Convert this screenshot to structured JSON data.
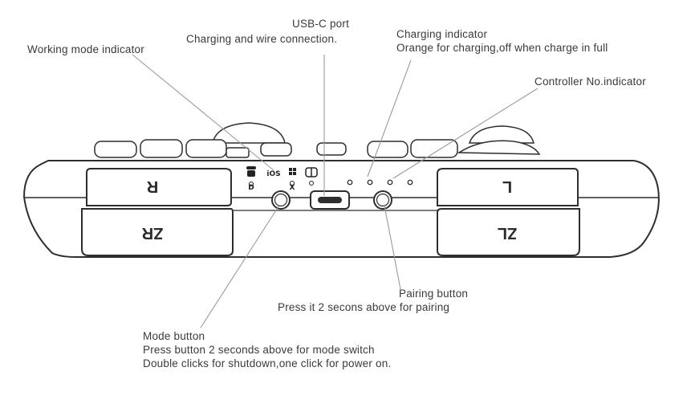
{
  "labels": {
    "usb_title": "USB-C port",
    "usb_desc": "Charging and wire connection.",
    "working_mode": "Working mode indicator",
    "charging_title": "Charging indicator",
    "charging_desc": "Orange for charging,off when charge in full",
    "controller_no": "Controller No.indicator",
    "pairing_title": "Pairing button",
    "pairing_desc": "Press it 2 secons above for pairing",
    "mode_title": "Mode button",
    "mode_desc1": "Press button 2 seconds above for mode switch",
    "mode_desc2": "Double clicks for shutdown,one click for power on."
  },
  "buttons": {
    "r": "R",
    "zr": "ZR",
    "l": "L",
    "zl": "ZL"
  },
  "mode_icons": {
    "ios": "iOS",
    "android_sub": "D",
    "windows_sub": "X",
    "items": [
      "android-icon",
      "ios-text",
      "windows-icon",
      "switch-icon"
    ]
  },
  "colors": {
    "outline": "#2e2e2e",
    "leader_line": "#9a9a9a",
    "text": "#3a3a3a"
  }
}
